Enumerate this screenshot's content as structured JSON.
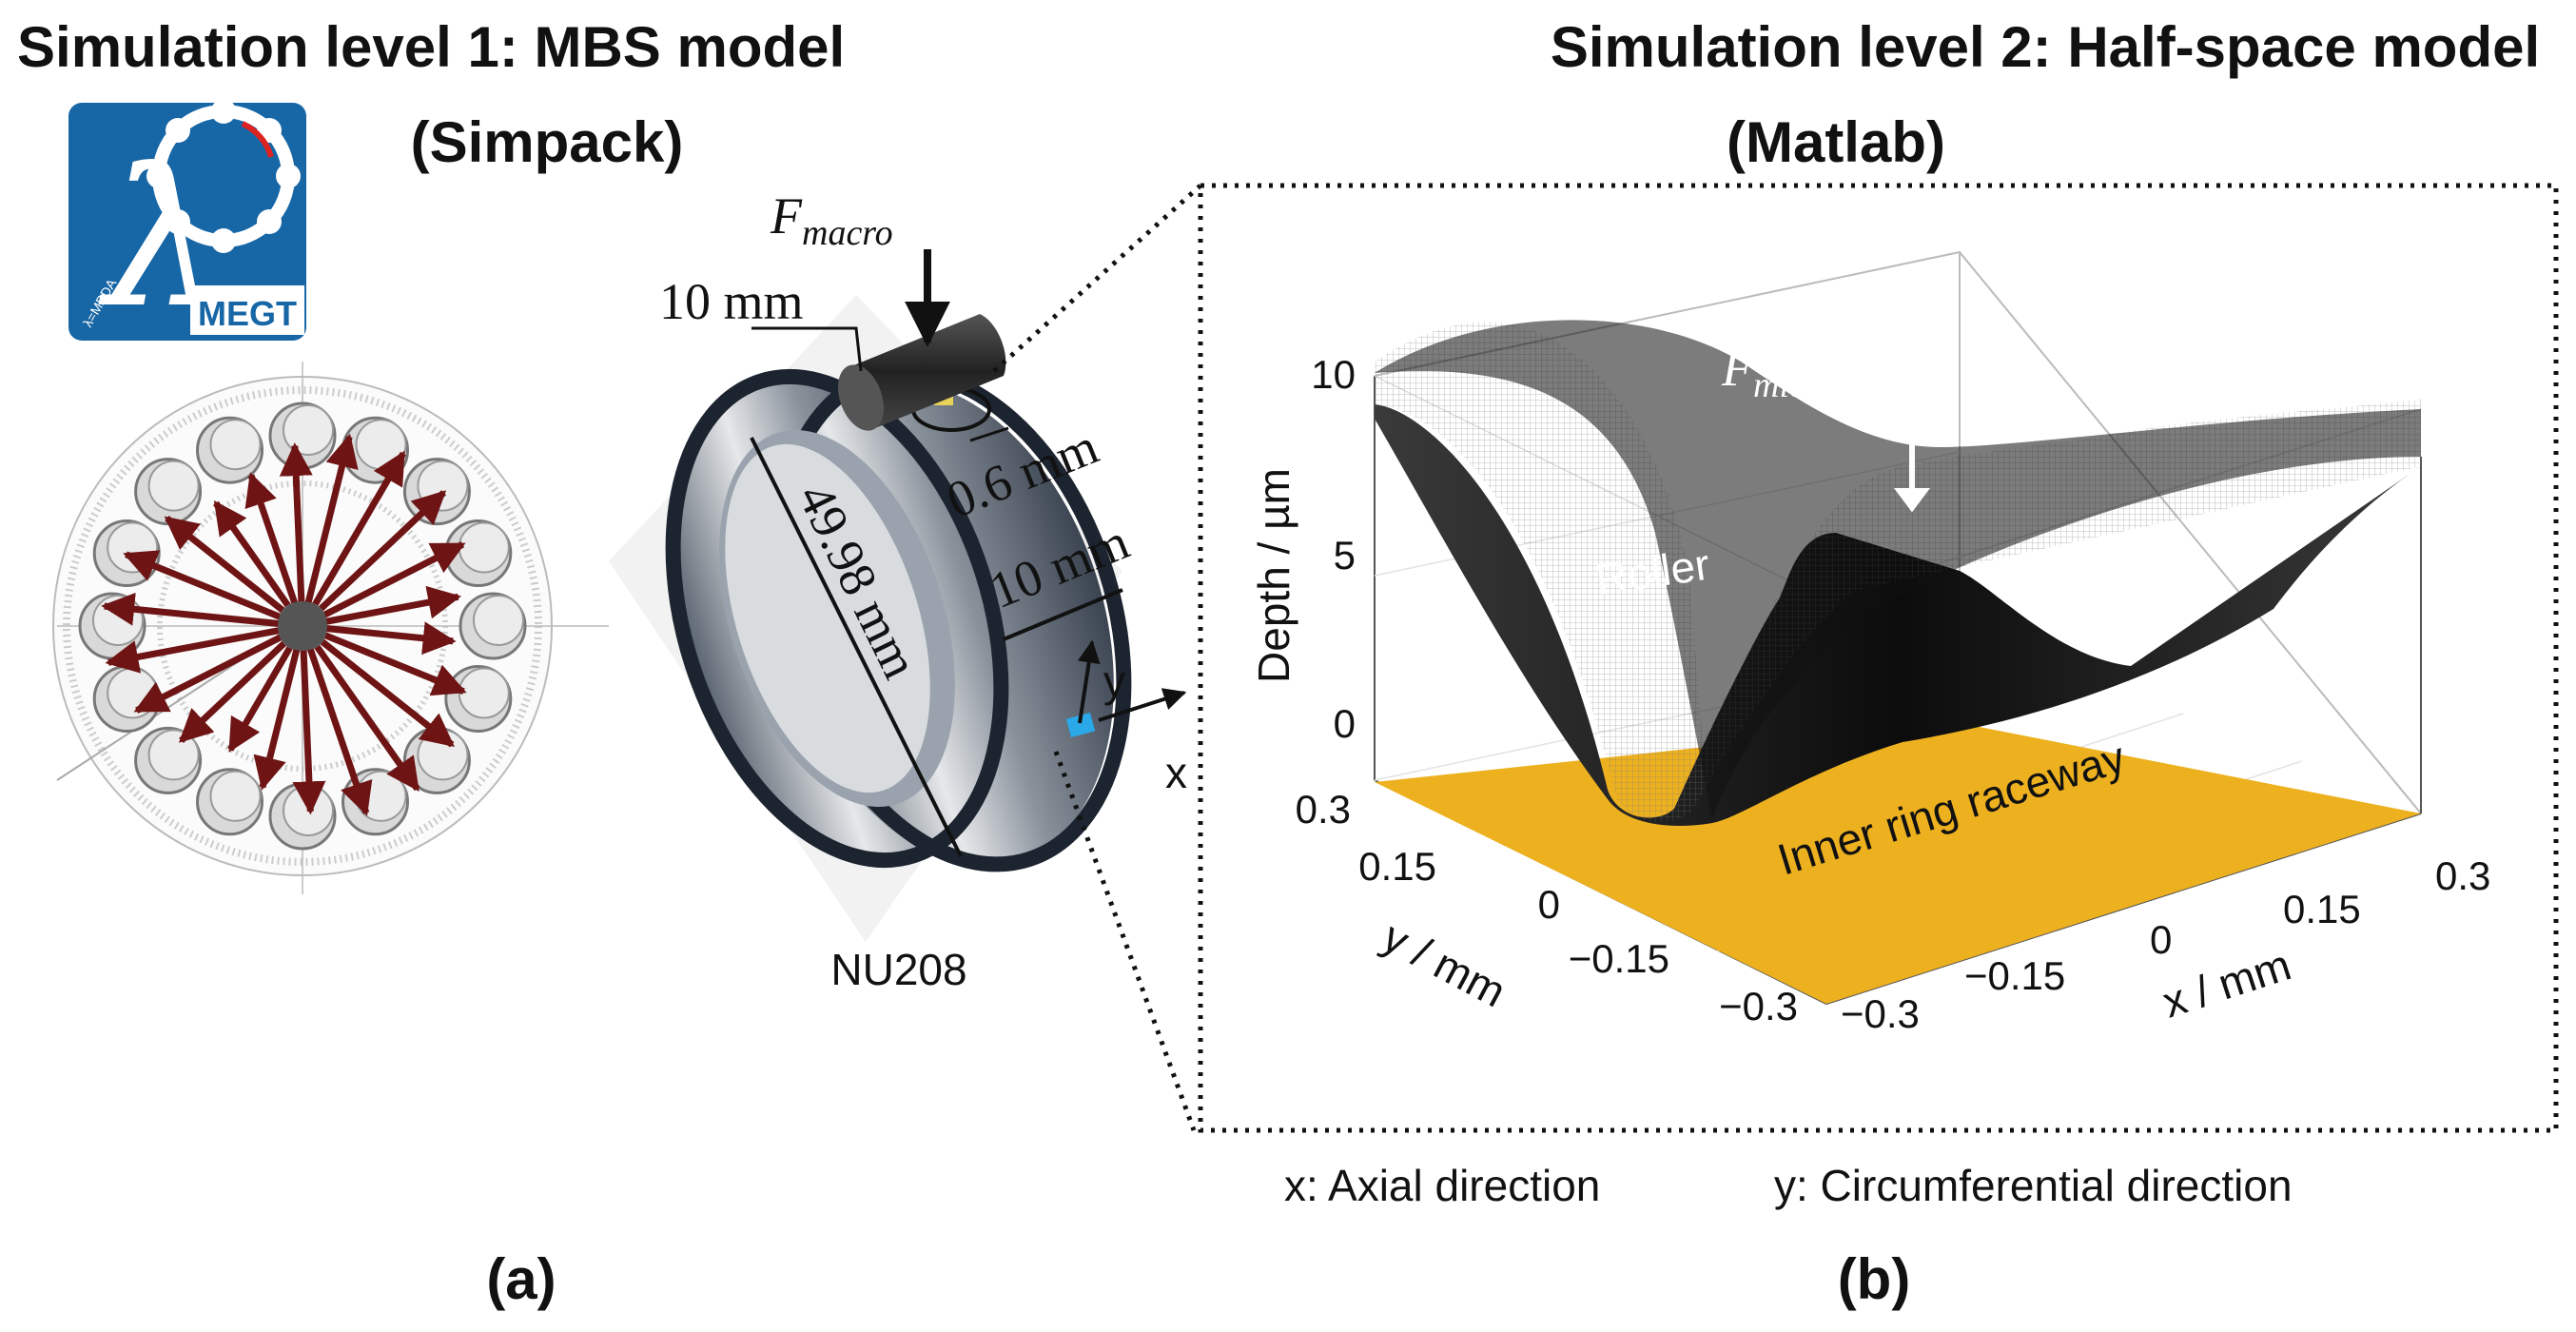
{
  "level1": {
    "title": "Simulation level 1: MBS model",
    "software": "(Simpack)",
    "logo_text": "MEGT",
    "logo_small": "λ=MBDA"
  },
  "level2": {
    "title": "Simulation level 2: Half-space model",
    "software": "(Matlab)"
  },
  "annotations": {
    "f_macro": "F",
    "f_macro_sub": "macro",
    "roller_width": "10 mm",
    "contact_width": "0.6 mm",
    "ring_width": "10 mm",
    "diameter": "49.98 mm",
    "axis_y": "y",
    "axis_x": "x",
    "bearing_name": "NU208"
  },
  "plot": {
    "zlabel": "Depth / µm",
    "ylabel": "y / mm",
    "xlabel": "x / mm",
    "z_ticks": [
      "10",
      "5",
      "0"
    ],
    "y_ticks": [
      "0.3",
      "0.15",
      "0",
      "−0.15",
      "−0.3"
    ],
    "x_ticks": [
      "−0.3",
      "−0.15",
      "0",
      "0.15",
      "0.3"
    ],
    "roller_label": "Roller",
    "raceway_label": "Inner ring raceway",
    "f_micro": "F",
    "f_micro_sub": "micro"
  },
  "legend": {
    "x_dir": "x: Axial direction",
    "y_dir": "y: Circumferential direction"
  },
  "panels": {
    "a": "(a)",
    "b": "(b)"
  },
  "colors": {
    "raceway": "#EDB120",
    "load_arrow": "#6E1414",
    "logo_bg": "#1766A6",
    "marker": "#2AA8E8"
  }
}
